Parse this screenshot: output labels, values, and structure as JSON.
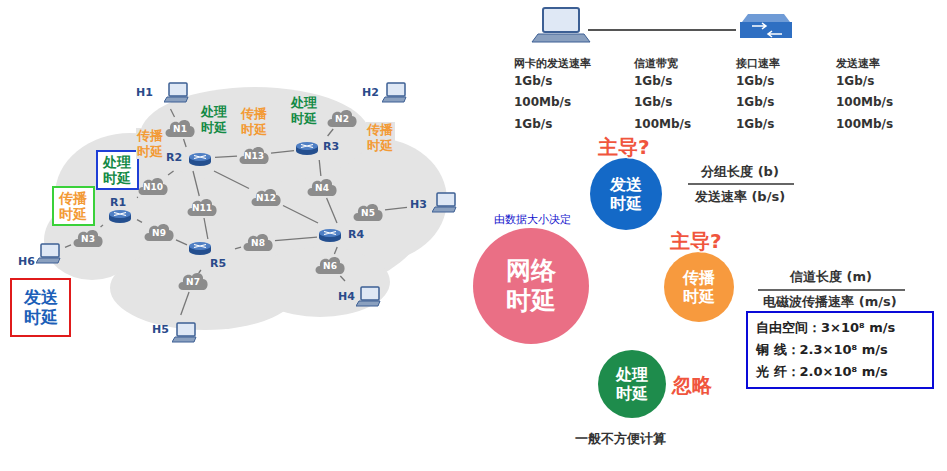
{
  "diagram": {
    "nodes": [
      {
        "text": [
          "H1"
        ]
      },
      {
        "text": [
          "H2"
        ]
      },
      {
        "text": [
          "N1"
        ]
      },
      {
        "text": [
          "N2"
        ]
      },
      {
        "text": [
          "R2"
        ]
      },
      {
        "text": [
          "R3"
        ]
      },
      {
        "text": [
          "N13"
        ]
      },
      {
        "text": [
          "处理 时延"
        ]
      },
      {
        "text": [
          "N10"
        ]
      },
      {
        "text": [
          "N12"
        ]
      },
      {
        "text": [
          "N4"
        ]
      },
      {
        "text": [
          "R1"
        ]
      },
      {
        "text": [
          "传播 时延"
        ]
      },
      {
        "text": [
          "N3"
        ]
      },
      {
        "text": [
          "N11"
        ]
      },
      {
        "text": [
          "N9"
        ]
      },
      {
        "text": [
          "N5"
        ]
      },
      {
        "text": [
          "H3"
        ]
      },
      {
        "text": [
          "R4"
        ]
      },
      {
        "text": [
          "N8"
        ]
      },
      {
        "text": [
          "R5"
        ]
      },
      {
        "text": [
          "N6"
        ]
      },
      {
        "text": [
          "H6"
        ]
      },
      {
        "text": [
          "发送 时延"
        ]
      },
      {
        "text": [
          "N7"
        ]
      },
      {
        "text": [
          "H4"
        ]
      },
      {
        "text": [
          "H5"
        ]
      },
      {
        "text": [
          "发送 时延"
        ]
      },
      {
        "text": [
          "网络 时延"
        ]
      },
      {
        "text": [
          "传播 时延"
        ]
      },
      {
        "text": [
          "自由空间：3×10⁸ m/s",
          "铜 线：2.3×10⁸ m/s",
          "光 纤：2.0×10⁸ m/s"
        ]
      },
      {
        "text": [
          "处理 时延"
        ]
      }
    ],
    "edges": [
      {
        "from": 0,
        "to": 2,
        "arrow": "none"
      },
      {
        "from": 2,
        "to": 4,
        "arrow": "none"
      },
      {
        "from": 4,
        "to": 6,
        "arrow": "none"
      },
      {
        "from": 6,
        "to": 5,
        "arrow": "none"
      },
      {
        "from": 5,
        "to": 3,
        "arrow": "none"
      },
      {
        "from": 3,
        "to": 1,
        "arrow": "none"
      },
      {
        "from": 4,
        "to": 8,
        "arrow": "none"
      },
      {
        "from": 8,
        "to": 11,
        "arrow": "none"
      },
      {
        "from": 4,
        "to": 14,
        "arrow": "none"
      },
      {
        "from": 14,
        "to": 20,
        "arrow": "none"
      },
      {
        "from": 4,
        "to": 9,
        "arrow": "none"
      },
      {
        "from": 9,
        "to": 18,
        "arrow": "none"
      },
      {
        "from": 5,
        "to": 10,
        "arrow": "none"
      },
      {
        "from": 10,
        "to": 18,
        "arrow": "none"
      },
      {
        "from": 18,
        "to": 16,
        "arrow": "none"
      },
      {
        "from": 16,
        "to": 17,
        "arrow": "none"
      },
      {
        "from": 18,
        "to": 21,
        "arrow": "none"
      },
      {
        "from": 21,
        "to": 25,
        "arrow": "none"
      },
      {
        "from": 11,
        "to": 15,
        "arrow": "none"
      },
      {
        "from": 15,
        "to": 20,
        "arrow": "none"
      },
      {
        "from": 20,
        "to": 19,
        "arrow": "none"
      },
      {
        "from": 19,
        "to": 18,
        "arrow": "none"
      },
      {
        "from": 20,
        "to": 24,
        "arrow": "none"
      },
      {
        "from": 24,
        "to": 26,
        "arrow": "none"
      },
      {
        "from": 11,
        "to": 13,
        "arrow": "none"
      },
      {
        "from": 13,
        "to": 22,
        "arrow": "none"
      }
    ],
    "labels": [
      "传播 时延",
      "处理 时延",
      "传播 时延",
      "处理 时延",
      "传播 时延",
      "网卡的发送速率",
      "信道带宽",
      "接口速率",
      "发送速率",
      "1Gb/s",
      "1Gb/s",
      "1Gb/s",
      "1Gb/s",
      "100Mb/s",
      "1Gb/s",
      "1Gb/s",
      "100Mb/s",
      "1Gb/s",
      "100Mb/s",
      "1Gb/s",
      "100Mb/s",
      "主导?",
      "分组长度 (b)",
      "发送速率 (b/s)",
      "由数据大小决定",
      "主导?",
      "信道长度 (m)",
      "电磁波传播速率 (m/s)",
      "忽略",
      "一般不方便计算"
    ]
  }
}
